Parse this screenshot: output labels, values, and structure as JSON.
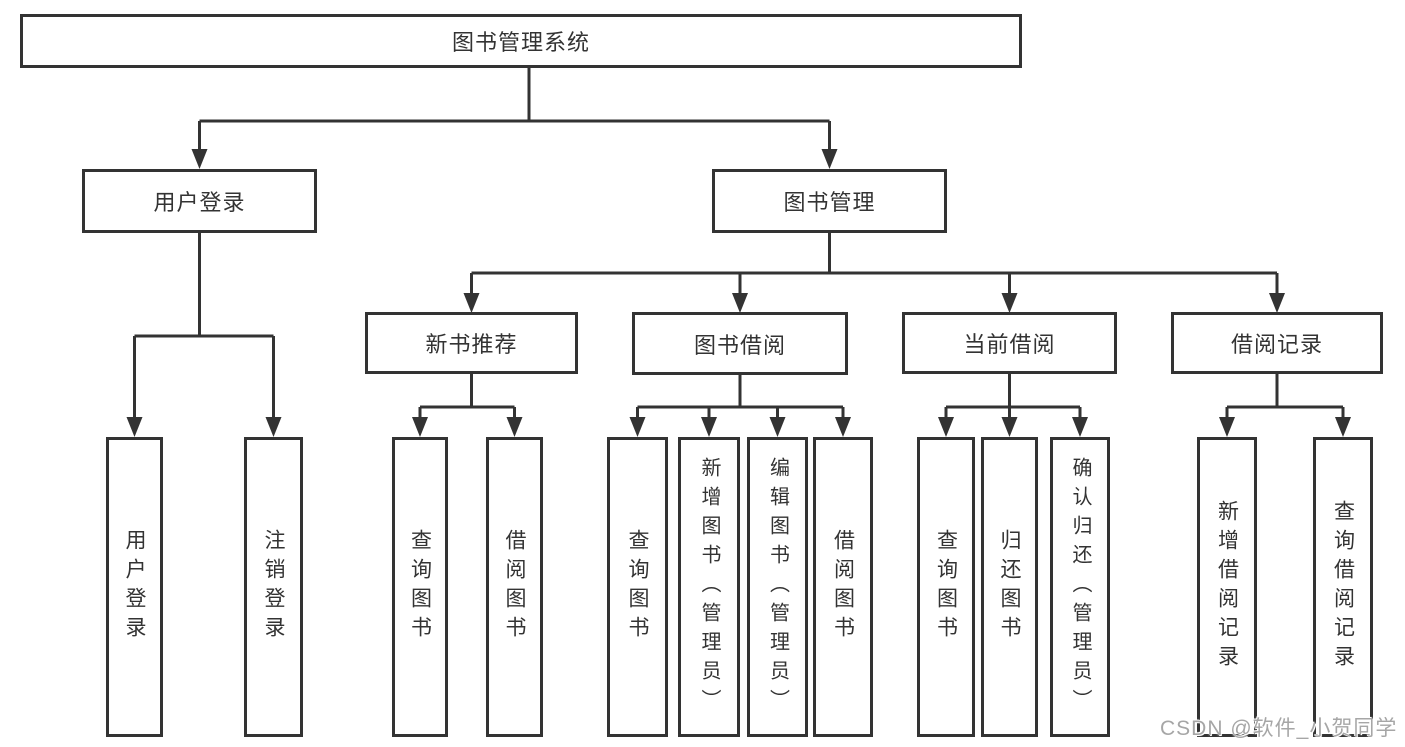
{
  "title": "图书管理系统",
  "branches": [
    {
      "label": "用户登录",
      "children": [
        {
          "label": "用户登录"
        },
        {
          "label": "注销登录"
        }
      ]
    },
    {
      "label": "图书管理",
      "children": [
        {
          "label": "新书推荐",
          "children": [
            {
              "label": "查询图书"
            },
            {
              "label": "借阅图书"
            }
          ]
        },
        {
          "label": "图书借阅",
          "children": [
            {
              "label": "查询图书"
            },
            {
              "label": "新增图书（管理员）"
            },
            {
              "label": "编辑图书（管理员）"
            },
            {
              "label": "借阅图书"
            }
          ]
        },
        {
          "label": "当前借阅",
          "children": [
            {
              "label": "查询图书"
            },
            {
              "label": "归还图书"
            },
            {
              "label": "确认归还（管理员）"
            }
          ]
        },
        {
          "label": "借阅记录",
          "children": [
            {
              "label": "新增借阅记录"
            },
            {
              "label": "查询借阅记录"
            }
          ]
        }
      ]
    }
  ],
  "watermark": "CSDN @软件_小贺同学",
  "colors": {
    "line": "#333333",
    "text": "#333333",
    "background": "#ffffff",
    "watermark": "#a6a6a6"
  }
}
